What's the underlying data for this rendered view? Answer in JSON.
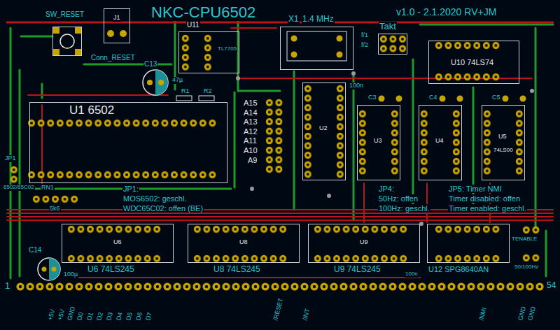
{
  "diagram": {
    "title": "NKC-CPU6502",
    "nodes": [
      {
        "text": [
          "U1 6502"
        ]
      },
      {
        "text": [
          "U6",
          "U6 74LS245"
        ]
      },
      {
        "text": [
          "U8",
          "U8 74LS245"
        ]
      },
      {
        "text": [
          "U9",
          "U9 74LS245"
        ]
      },
      {
        "text": [
          "U12 SPG8640AN"
        ]
      },
      {
        "text": [
          "U3"
        ]
      },
      {
        "text": [
          "U4"
        ]
      },
      {
        "text": [
          "U5",
          "74LS00"
        ]
      },
      {
        "text": [
          "U10 74LS74"
        ]
      },
      {
        "text": [
          "U11",
          "TL7705"
        ]
      },
      {
        "text": [
          "X1",
          "1.4 MHz"
        ]
      },
      {
        "text": [
          "U2"
        ]
      },
      {
        "text": [
          "Takt"
        ]
      },
      {
        "text": [
          "SW_RESET"
        ]
      },
      {
        "text": [
          "J1",
          "Conn_RESET"
        ]
      }
    ],
    "labels": [
      "v1.0 - 2.1.2020 RV+JM",
      "A15",
      "A14",
      "A13",
      "A12",
      "A11",
      "A10",
      "A9",
      "JP4:",
      "50Hz: offen",
      "100Hz: geschl.",
      "JP5: Timer NMI",
      "Timer disabled: offen",
      "Timer enabled: geschl.",
      "JP1:",
      "MOS6502: geschl.",
      "WDC65C02: offen (BE)",
      "JP1",
      "6502/65C02",
      "RN1",
      "5k6",
      "C13",
      "47µ",
      "R1",
      "R2",
      "C3",
      "C4",
      "C5",
      "100n",
      "C14",
      "100µ",
      "100n",
      "f/1",
      "f/2",
      "TENABLE",
      "50/100Hz",
      "1",
      "54",
      "+5V",
      "+5V",
      "GND",
      "D0",
      "D1",
      "D2",
      "D3",
      "D4",
      "D5",
      "D6",
      "D7",
      "/RESET",
      "/INT",
      "/NMI",
      "GND",
      "GND"
    ]
  }
}
